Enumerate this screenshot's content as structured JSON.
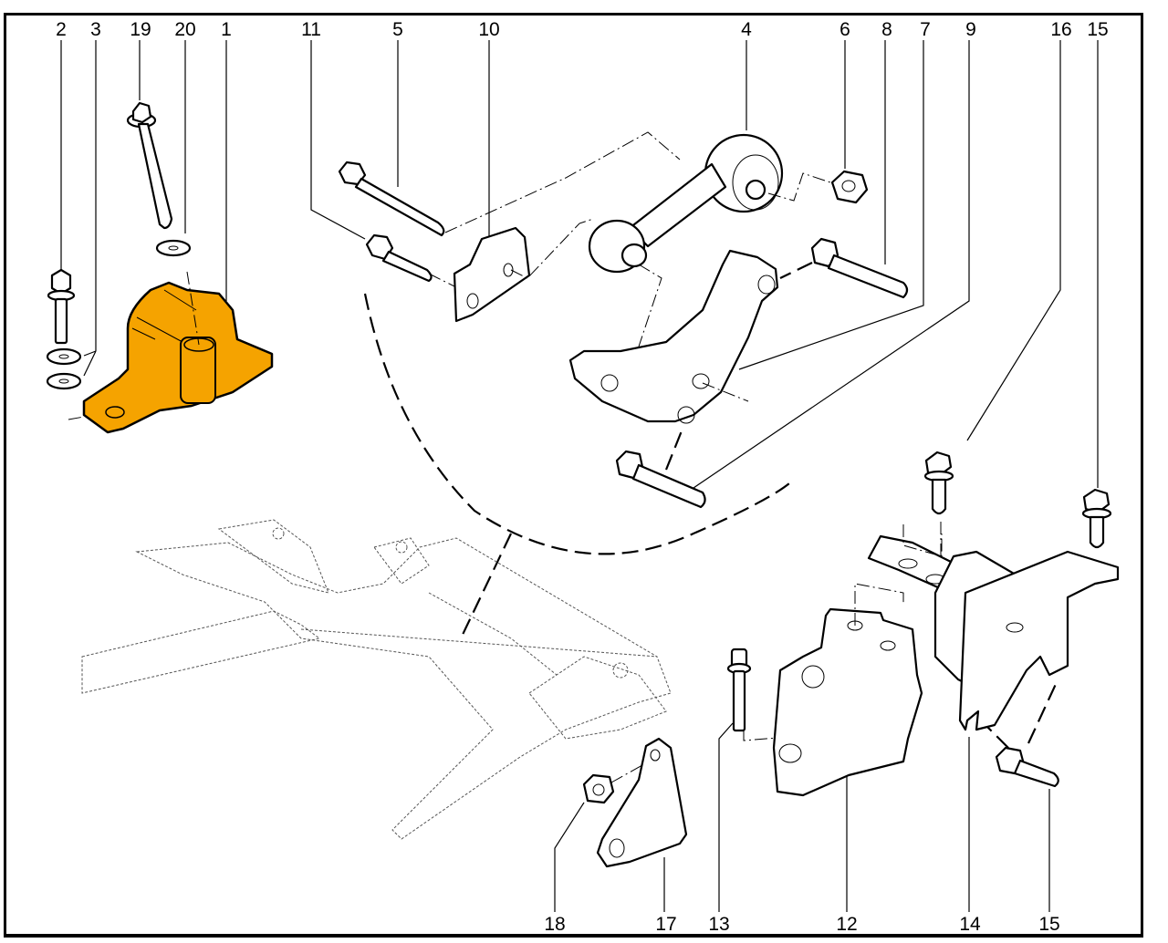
{
  "diagram": {
    "type": "exploded-parts-view",
    "subject": "engine / gearbox mounting assembly with subframe",
    "highlight_color": "#F5A300",
    "highlighted_part": "1",
    "labels_top": [
      "2",
      "3",
      "19",
      "20",
      "1",
      "11",
      "5",
      "10",
      "4",
      "6",
      "8",
      "7",
      "9",
      "16",
      "15"
    ],
    "labels_bottom": [
      "18",
      "17",
      "13",
      "12",
      "14",
      "15"
    ]
  },
  "parts": [
    {
      "ref": "1",
      "description": "engine mount (highlighted)"
    },
    {
      "ref": "2",
      "description": "flange bolt"
    },
    {
      "ref": "3",
      "description": "washers"
    },
    {
      "ref": "4",
      "description": "torque rod / tie rod"
    },
    {
      "ref": "5",
      "description": "long flange bolt"
    },
    {
      "ref": "6",
      "description": "flange nut"
    },
    {
      "ref": "7",
      "description": "torque rod bracket"
    },
    {
      "ref": "8",
      "description": "flange bolt"
    },
    {
      "ref": "9",
      "description": "flange bolt"
    },
    {
      "ref": "10",
      "description": "plate bracket"
    },
    {
      "ref": "11",
      "description": "flange bolt"
    },
    {
      "ref": "12",
      "description": "gearbox bracket"
    },
    {
      "ref": "13",
      "description": "bolt"
    },
    {
      "ref": "14",
      "description": "gearbox mount"
    },
    {
      "ref": "15",
      "description": "flange bolt"
    },
    {
      "ref": "16",
      "description": "flange bolt"
    },
    {
      "ref": "17",
      "description": "subframe bracket"
    },
    {
      "ref": "18",
      "description": "flange nut"
    },
    {
      "ref": "19",
      "description": "long bolt"
    },
    {
      "ref": "20",
      "description": "washer"
    }
  ]
}
